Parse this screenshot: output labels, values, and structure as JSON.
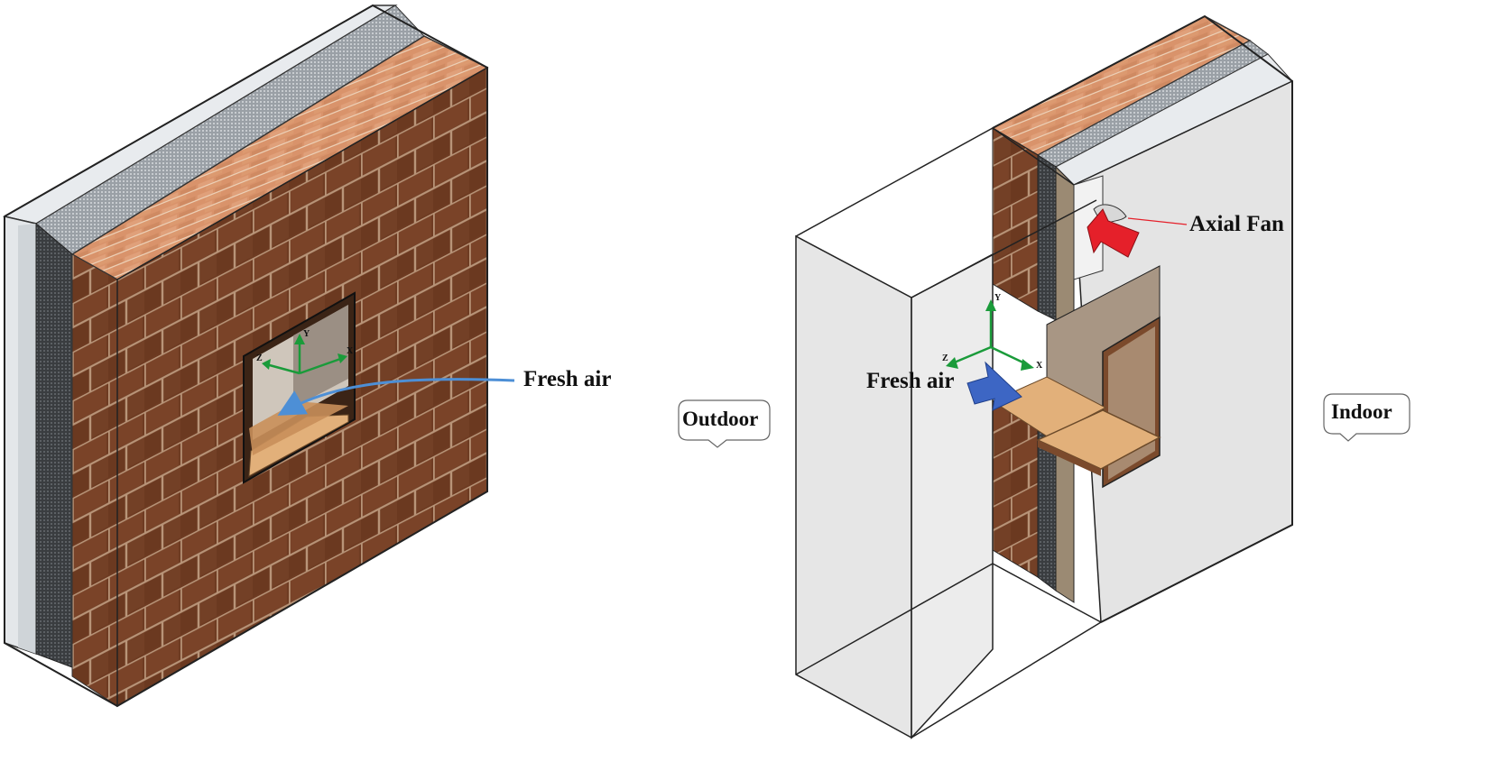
{
  "panels": [
    {
      "id": "left",
      "labels": {
        "fresh_air": "Fresh air"
      }
    },
    {
      "id": "right",
      "labels": {
        "fresh_air": "Fresh air",
        "axial_fan": "Axial Fan",
        "outdoor": "Outdoor",
        "indoor": "Indoor"
      }
    }
  ],
  "axes": {
    "x": "X",
    "y": "Y",
    "z": "Z"
  },
  "colors": {
    "brick_face": "#6e3b22",
    "brick_top": "#d9936b",
    "mortar": "#c9b49a",
    "insulation": "#3a3d40",
    "gypsum": "#dfe3e6",
    "wood": "#e2b07a",
    "fresh_air_arrow_left": "#4d8fd6",
    "fresh_air_arrow_right": "#3d66c4",
    "fan_arrow": "#e5202a",
    "axis_green": "#1a9b3a",
    "box_fill": "#e6e6e6"
  }
}
